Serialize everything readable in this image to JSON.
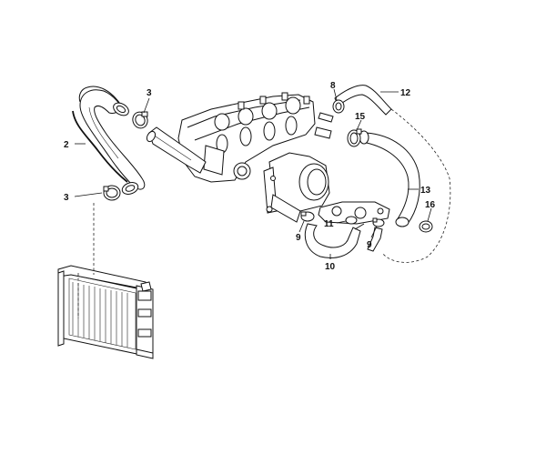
{
  "labels": {
    "l2": "2",
    "l3a": "3",
    "l3b": "3",
    "l8": "8",
    "l9a": "9",
    "l9b": "9",
    "l10": "10",
    "l11": "11",
    "l12": "12",
    "l13": "13",
    "l15": "15",
    "l16": "16"
  }
}
